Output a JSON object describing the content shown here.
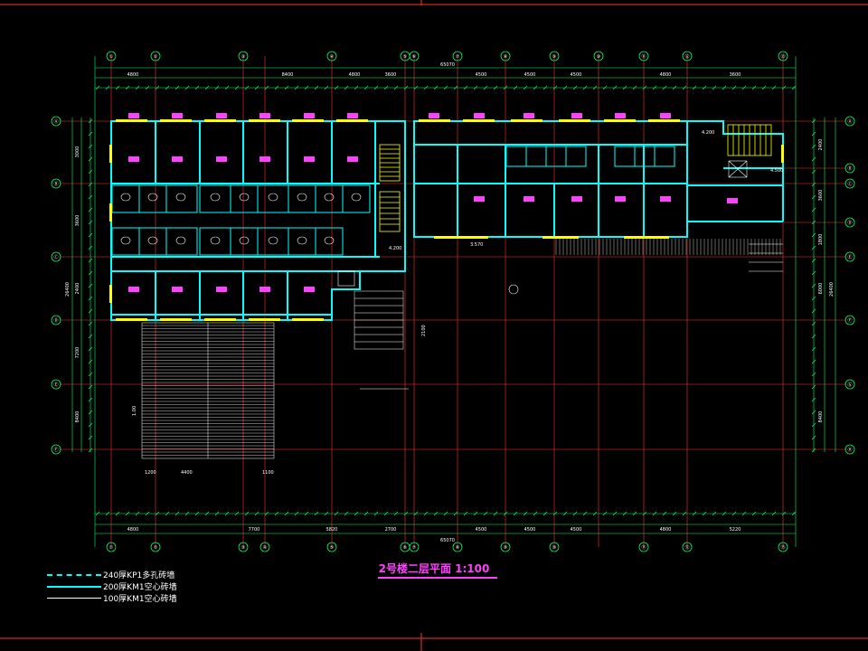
{
  "drawing": {
    "title": "2号楼二层平面 1:100",
    "axes_top": [
      "①",
      "②",
      "③",
      "④",
      "⑤",
      "⑥",
      "⑦",
      "⑧",
      "⑨",
      "⑩",
      "⑪",
      "⑫",
      "⑬"
    ],
    "axes_bottom": [
      "①",
      "②",
      "③",
      "④",
      "⑤",
      "⑥",
      "⑦",
      "⑧",
      "⑨",
      "⑩",
      "⑪",
      "⑫",
      "⑬"
    ],
    "axes_left": [
      "Ⓐ",
      "Ⓑ",
      "Ⓒ",
      "Ⓓ",
      "Ⓔ",
      "Ⓕ"
    ],
    "axes_right": [
      "Ⓐ",
      "Ⓑ",
      "Ⓒ",
      "Ⓓ",
      "Ⓔ",
      "Ⓕ",
      "Ⓖ",
      "Ⓗ"
    ],
    "overall_dim_top": "65070",
    "overall_dim_bottom": "65070",
    "dim_top": [
      "4800",
      "8400",
      "4800",
      "3600",
      "4500",
      "4500",
      "4500",
      "4800",
      "3600"
    ],
    "dim_bottom": [
      "4800",
      "7700",
      "5820",
      "2700",
      "4500",
      "4500",
      "4500",
      "4800",
      "5220"
    ],
    "overall_dim_left": "26400",
    "overall_dim_right": "26400",
    "dim_left": [
      "3000",
      "3600",
      "2400",
      "7200",
      "8400"
    ],
    "dim_right": [
      "2400",
      "3600",
      "1800",
      "6000",
      "8400"
    ],
    "level_marks": [
      "4.200",
      "4.200",
      "4.500",
      "3.570"
    ],
    "notes": [
      "1.00",
      "4400",
      "1200",
      "2100",
      "1100"
    ]
  },
  "legend": [
    {
      "label": "240厚KP1多孔砖墙",
      "color": "#00ffff",
      "style": "dashed"
    },
    {
      "label": "200厚KM1空心砖墙",
      "color": "#00ffff",
      "style": "solid"
    },
    {
      "label": "100厚KM1空心砖墙",
      "color": "#ffffff",
      "style": "solid"
    }
  ],
  "colors": {
    "background": "#000000",
    "grid_axis": "#ff3030",
    "dimension": "#00ff66",
    "wall": "#00ffff",
    "room_tag": "#ff40ff",
    "window": "#ffff00",
    "fixture": "#ffffff"
  }
}
